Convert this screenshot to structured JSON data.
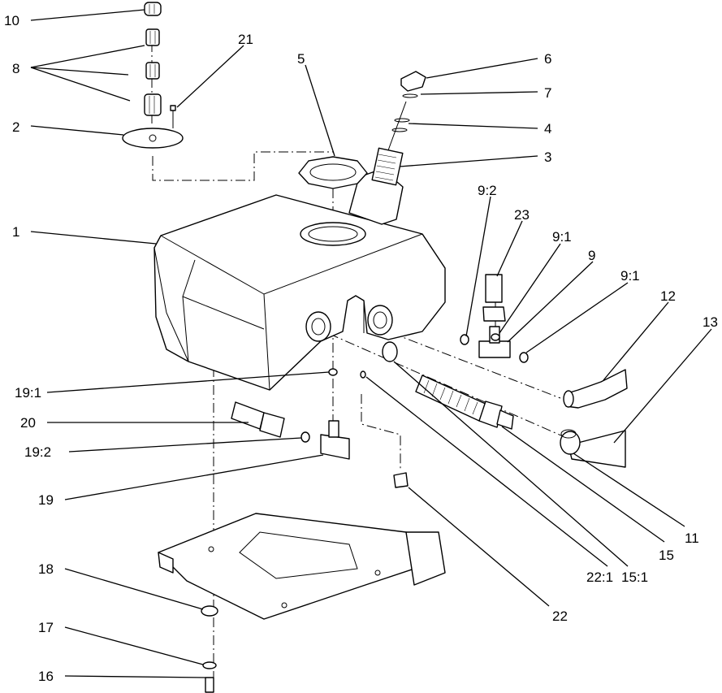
{
  "callouts": [
    "10",
    "8",
    "21",
    "2",
    "5",
    "6",
    "7",
    "4",
    "3",
    "1",
    "9:2",
    "23",
    "9:1",
    "9",
    "9:1",
    "12",
    "13",
    "19:1",
    "20",
    "19:2",
    "19",
    "18",
    "17",
    "16",
    "22",
    "22:1",
    "15:1",
    "15",
    "11"
  ]
}
